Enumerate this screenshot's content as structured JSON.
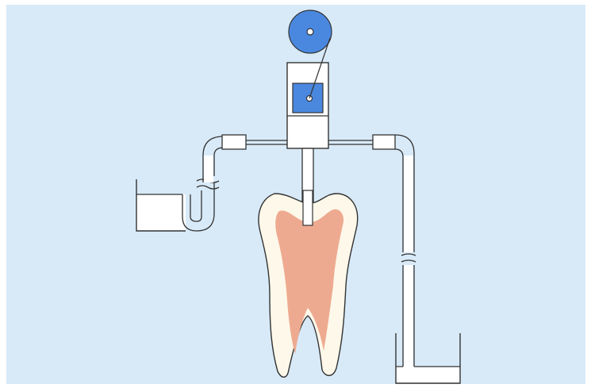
{
  "diagram": {
    "background_color": "#d8eaf8",
    "pulley_color": "#4a88e0",
    "piston_color": "#4a88e0",
    "tooth_enamel_color": "#fdf8ea",
    "tooth_pulp_color": "#eeaa90",
    "line_color": "#333333",
    "fluid_color": "#ffffff",
    "components": [
      "pulley",
      "piston-cylinder",
      "left-tube",
      "right-tube",
      "left-reservoir",
      "right-reservoir",
      "tooth"
    ]
  }
}
